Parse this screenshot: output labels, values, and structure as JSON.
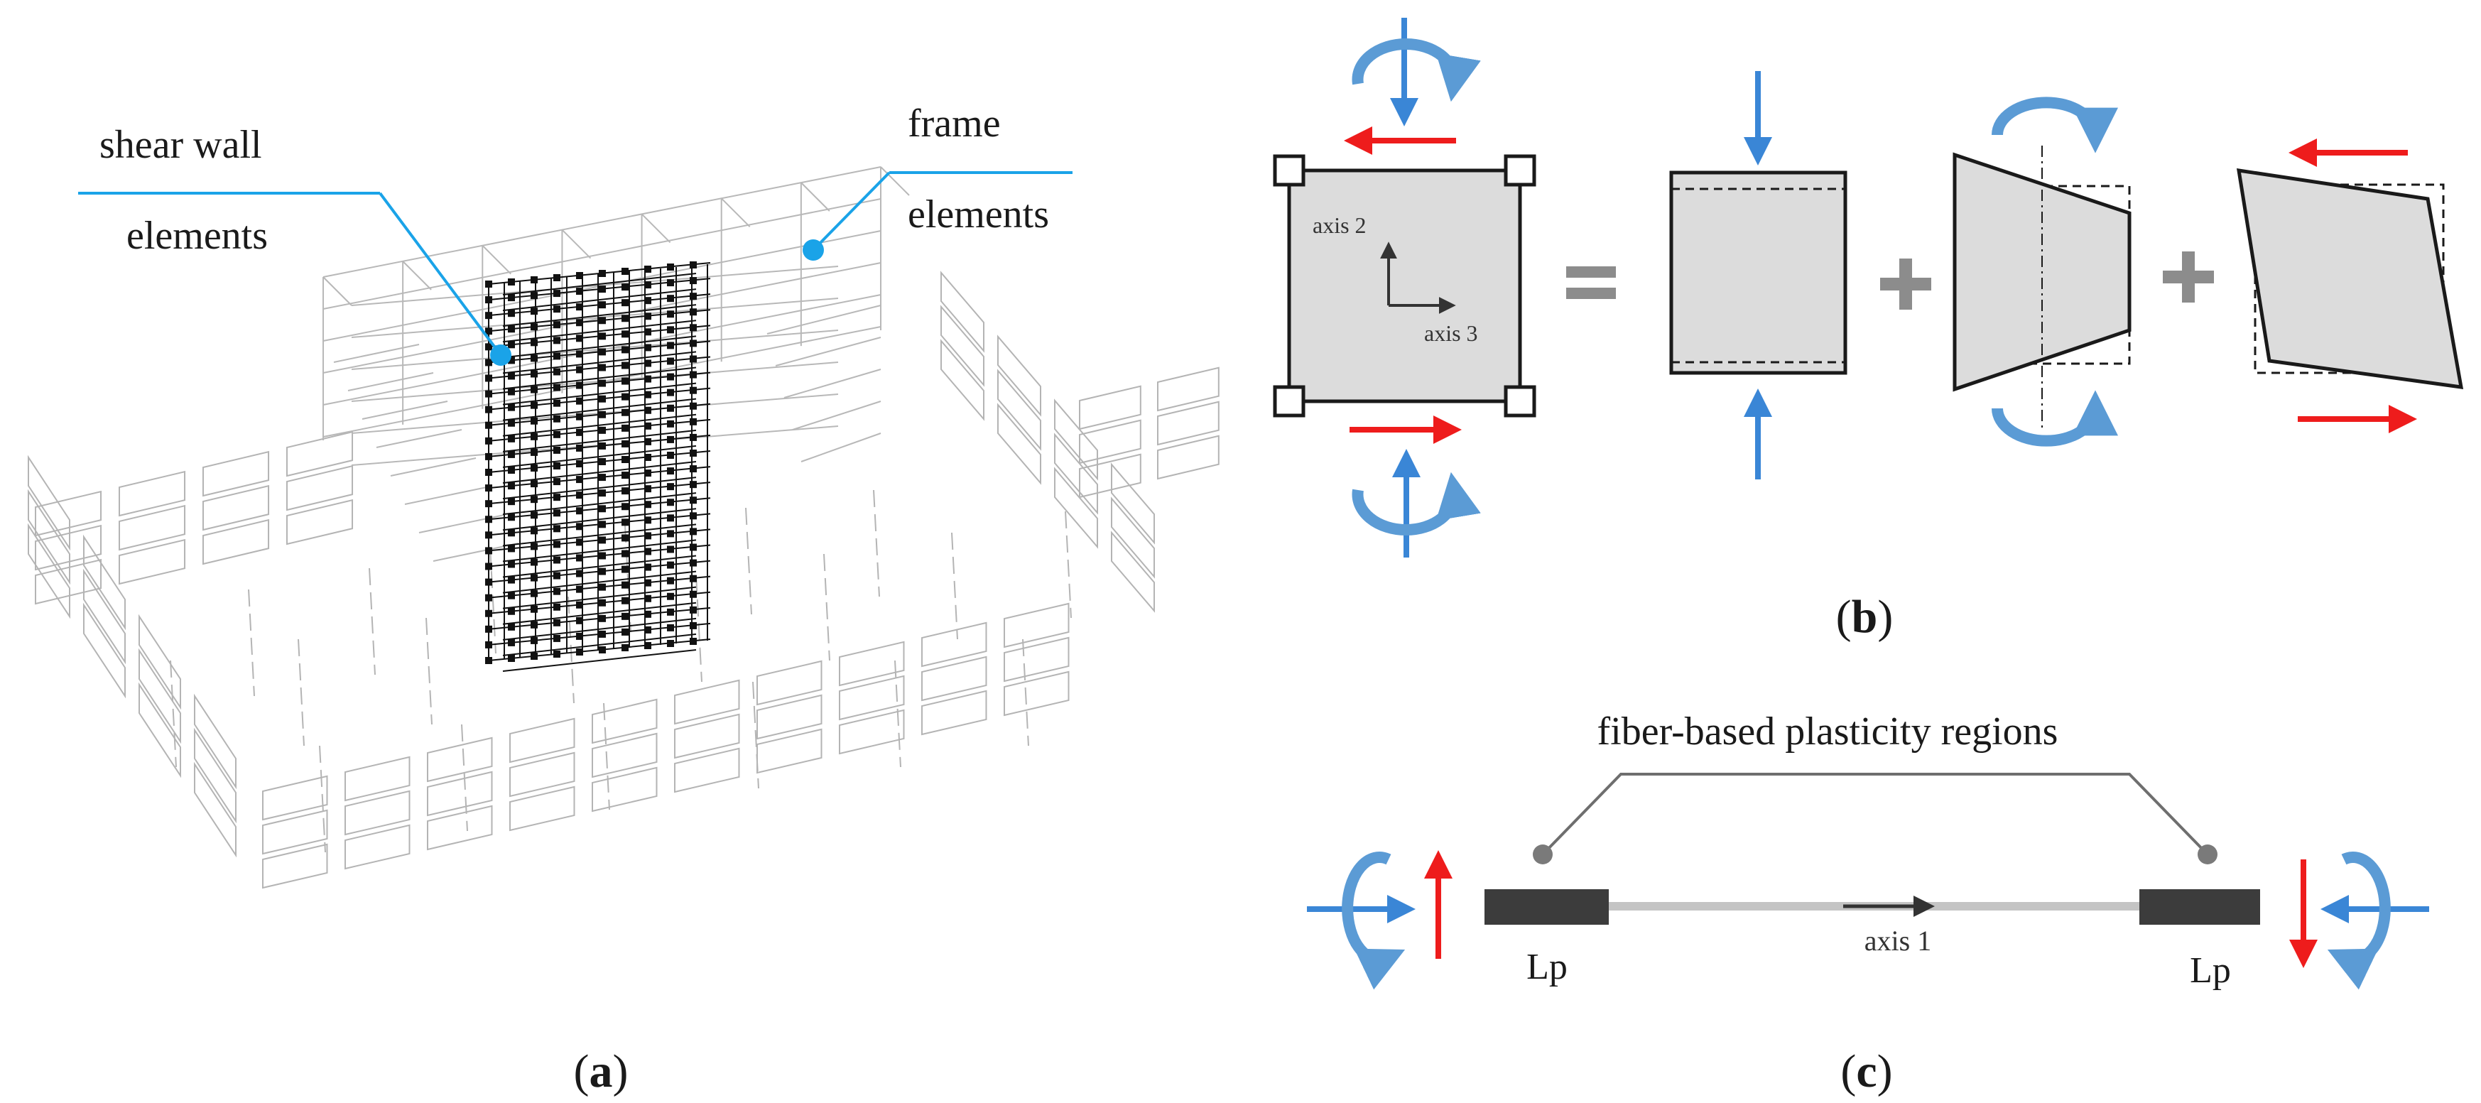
{
  "panel_a": {
    "caption_open": "(",
    "caption_letter": "a",
    "caption_close": ")",
    "shear_wall_line1": "shear wall",
    "shear_wall_line2": "elements",
    "frame_line1": "frame",
    "frame_line2": "elements"
  },
  "panel_b": {
    "caption_open": "(",
    "caption_letter": "b",
    "caption_close": ")",
    "axis2": "axis 2",
    "axis3": "axis 3"
  },
  "panel_c": {
    "caption_open": "(",
    "caption_letter": "c",
    "caption_close": ")",
    "regions_label": "fiber-based plasticity regions",
    "lp_left": "Lp",
    "lp_right": "Lp",
    "axis1": "axis 1"
  },
  "colors": {
    "callout_blue": "#1aa3e8",
    "arrow_blue": "#3a86d6",
    "moment_blue": "#5b9bd5",
    "arrow_red": "#ee1c1c",
    "gray_fill": "#dcdcdc",
    "operator_gray": "#8c8c8c",
    "hinge_dark": "#3c3c3c"
  }
}
